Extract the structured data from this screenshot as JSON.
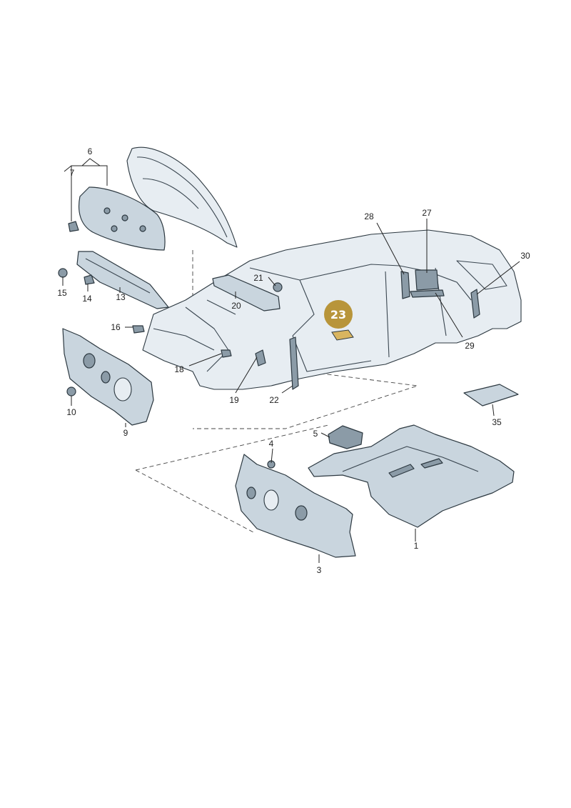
{
  "callouts": [
    {
      "label": "1"
    },
    {
      "label": "3"
    },
    {
      "label": "4"
    },
    {
      "label": "5"
    },
    {
      "label": "6"
    },
    {
      "label": "7"
    },
    {
      "label": "9"
    },
    {
      "label": "10"
    },
    {
      "label": "13"
    },
    {
      "label": "14"
    },
    {
      "label": "15"
    },
    {
      "label": "16"
    },
    {
      "label": "18"
    },
    {
      "label": "19"
    },
    {
      "label": "20"
    },
    {
      "label": "21"
    },
    {
      "label": "22"
    },
    {
      "label": "27"
    },
    {
      "label": "28"
    },
    {
      "label": "29"
    },
    {
      "label": "30"
    },
    {
      "label": "35"
    }
  ],
  "highlight": {
    "label": "23",
    "color": "#b8953a"
  },
  "colors": {
    "part_fill": "#c9d5de",
    "part_dark": "#8b9ba7",
    "outline": "#2c3840"
  }
}
